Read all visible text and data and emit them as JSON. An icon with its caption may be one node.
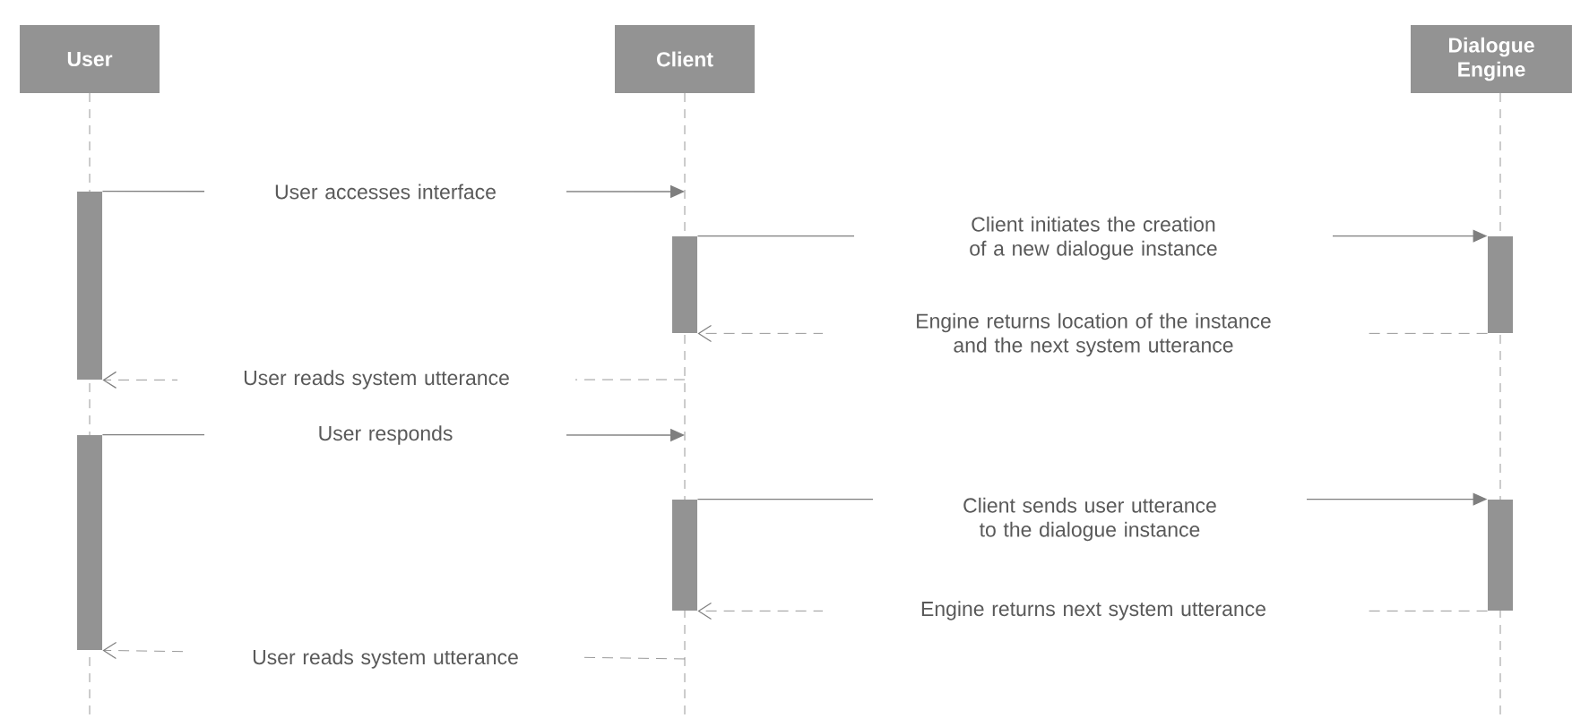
{
  "diagram": {
    "nodes": [
      {
        "text": [
          "User"
        ]
      },
      {
        "text": [
          "Client"
        ]
      },
      {
        "text": [
          "Dialogue Engine"
        ]
      },
      {
        "text": [],
        "shape": "bar"
      },
      {
        "text": [],
        "shape": "bar"
      },
      {
        "text": [],
        "shape": "bar"
      },
      {
        "text": [],
        "shape": "bar"
      },
      {
        "text": [],
        "shape": "bar"
      },
      {
        "text": [],
        "shape": "bar"
      }
    ],
    "edges": [
      {
        "from": 3,
        "to": null,
        "arrow": "to",
        "label": "User accesses interface"
      },
      {
        "from": 4,
        "to": 5,
        "arrow": "to",
        "label": "Client initiates the creation of a new dialogue instance"
      },
      {
        "from": 5,
        "to": 4,
        "arrow": "to",
        "style": "dashed",
        "label": "Engine returns location of the instance and the next system utterance"
      },
      {
        "from": null,
        "to": 3,
        "arrow": "to",
        "style": "dashed",
        "label": "User reads system utterance"
      },
      {
        "from": 6,
        "to": null,
        "arrow": "to",
        "label": "User responds"
      },
      {
        "from": 7,
        "to": 8,
        "arrow": "to",
        "label": "Client sends user utterance to the dialogue instance"
      },
      {
        "from": 8,
        "to": 7,
        "arrow": "to",
        "style": "dashed",
        "label": "Engine returns next system utterance"
      },
      {
        "from": null,
        "to": 6,
        "arrow": "to",
        "style": "dashed",
        "label": "User reads system utterance"
      }
    ]
  }
}
